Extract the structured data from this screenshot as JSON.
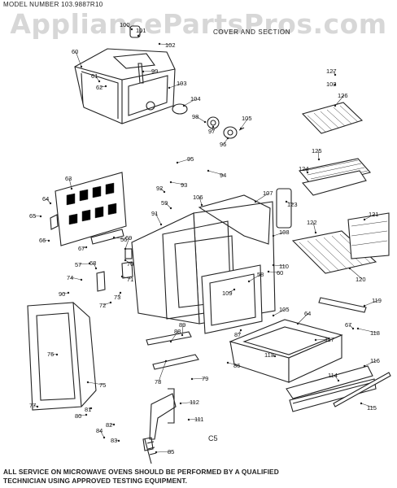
{
  "header": {
    "model_number": "MODEL  NUMBER 103.9887R10"
  },
  "watermark": "AppliancePartsPros.com",
  "section_title": "COVER AND SECTION",
  "diagram_code": "C5",
  "footer_note": [
    "ALL SERVICE ON MICROWAVE OVENS SHOULD BE PERFORMED  BY A QUALIFIED",
    "TECHNICIAN USING APPROVED TESTING EQUIPMENT."
  ],
  "callouts": [
    "60",
    "61",
    "62",
    "99",
    "100",
    "101",
    "102",
    "103",
    "104",
    "98",
    "97",
    "96",
    "105",
    "127",
    "102",
    "126",
    "125",
    "124",
    "123",
    "122",
    "121",
    "120",
    "119",
    "118",
    "67",
    "95",
    "94",
    "93",
    "92",
    "91",
    "59",
    "106",
    "107",
    "108",
    "110",
    "58",
    "60",
    "109",
    "63",
    "64",
    "65",
    "66",
    "56",
    "57",
    "67",
    "68",
    "69",
    "70",
    "71",
    "72",
    "73",
    "74",
    "90",
    "89",
    "88",
    "87",
    "86",
    "79",
    "78",
    "75",
    "76",
    "77",
    "80",
    "81",
    "82",
    "83",
    "84",
    "85",
    "111",
    "112",
    "105",
    "64",
    "117",
    "113",
    "116",
    "114",
    "115"
  ]
}
